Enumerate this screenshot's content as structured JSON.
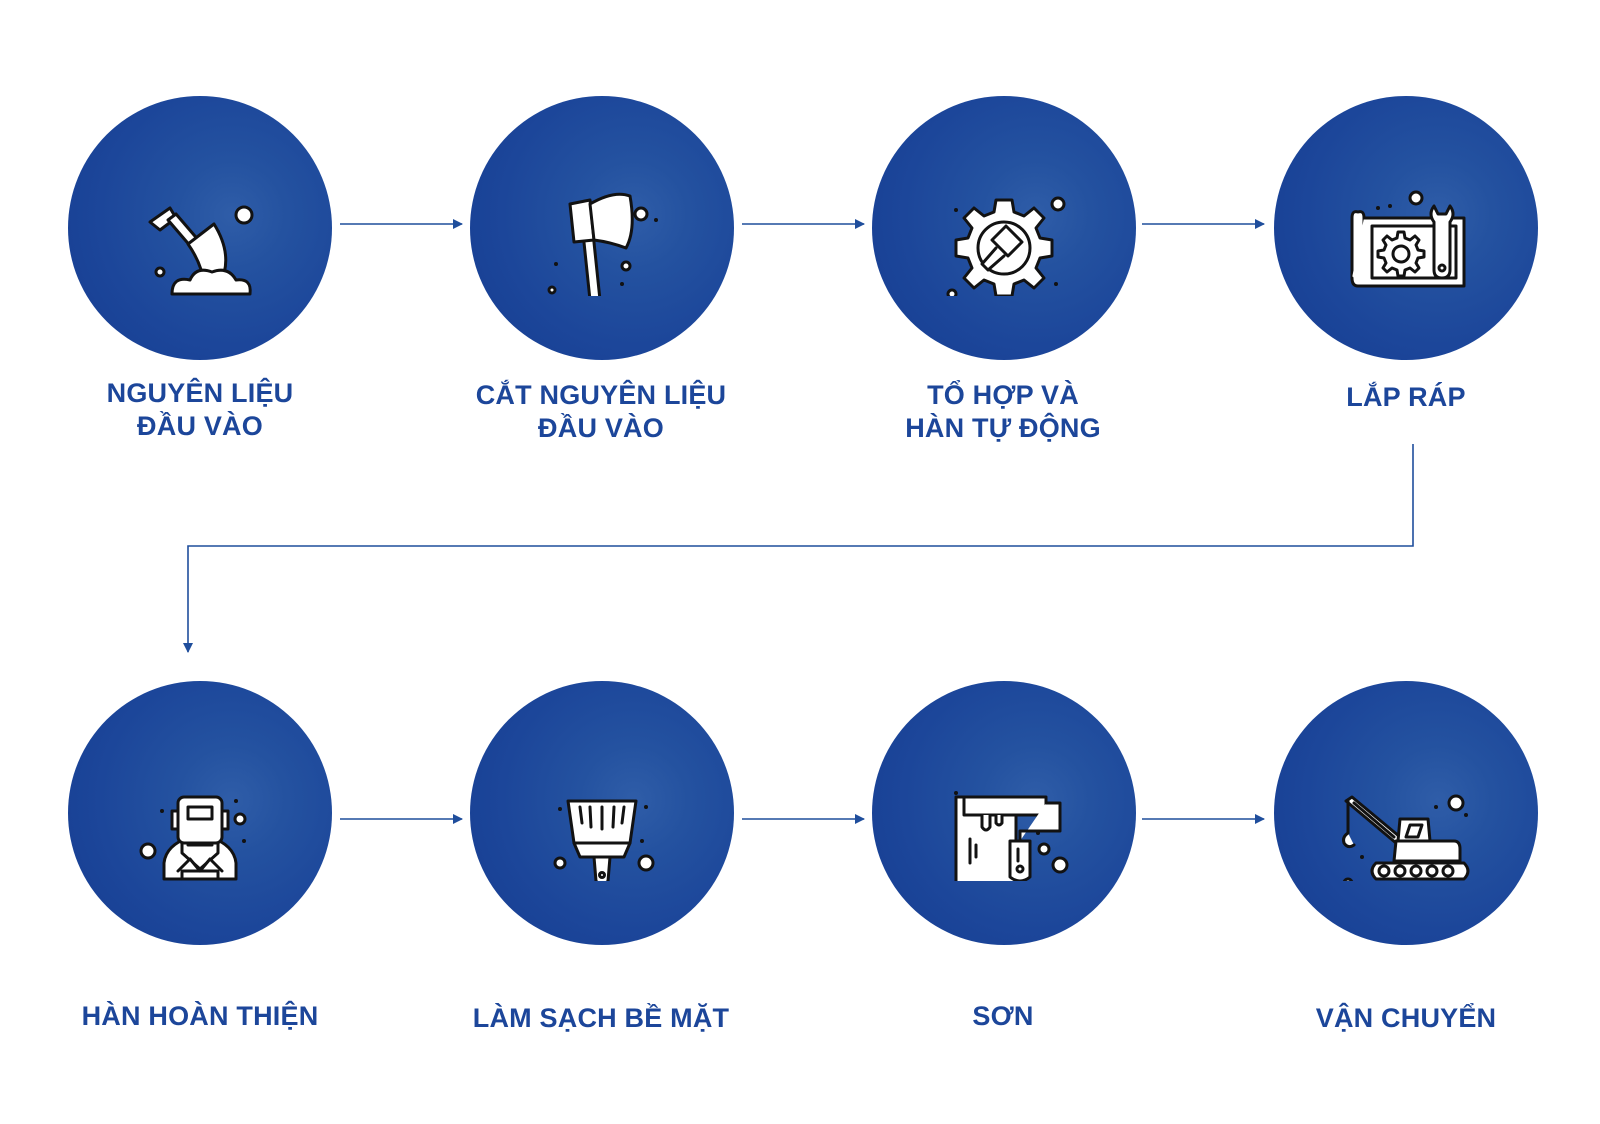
{
  "colors": {
    "accent": "#1c469a",
    "connector": "#1f4e9c",
    "icon_stroke": "#121212",
    "icon_fill": "#ffffff"
  },
  "steps": [
    {
      "label": "NGUYÊN LIỆU\nĐẦU VÀO",
      "icon": "shovel-icon"
    },
    {
      "label": "CẮT NGUYÊN LIỆU\nĐẦU VÀO",
      "icon": "axe-icon"
    },
    {
      "label": "TỔ HỢP VÀ\nHÀN TỰ ĐỘNG",
      "icon": "gear-icon"
    },
    {
      "label": "LẮP RÁP",
      "icon": "blueprint-wrench-icon"
    },
    {
      "label": "HÀN HOÀN THIỆN",
      "icon": "welder-icon"
    },
    {
      "label": "LÀM SẠCH BỀ MẶT",
      "icon": "brush-icon"
    },
    {
      "label": "SƠN",
      "icon": "paint-roller-icon"
    },
    {
      "label": "VẬN CHUYỂN",
      "icon": "crane-icon"
    }
  ]
}
